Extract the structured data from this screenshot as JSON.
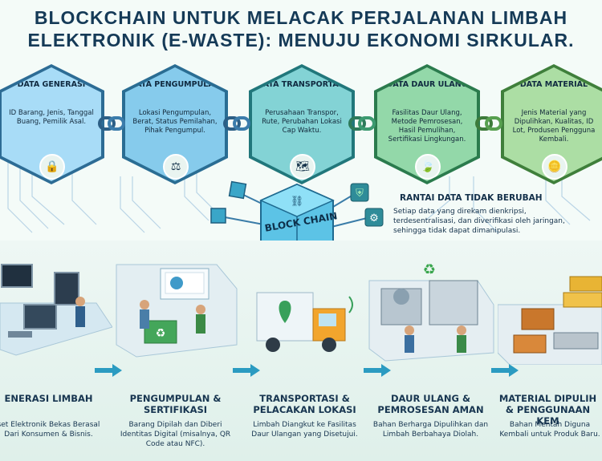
{
  "title_line1": "BLOCKCHAIN UNTUK MELACAK PERJALANAN LIMBAH",
  "title_line2": "ELEKTRONIK (E-WASTE): MENUJU EKONOMI SIRKULAR.",
  "hexes": [
    {
      "title": "DATA GENERASI",
      "desc": "ID Barang, Jenis, Tanggal Buang, Pemilik Asal.",
      "icon": "lock-icon",
      "color": "#9fd6f5"
    },
    {
      "title": "DATA PENGUMPULAN",
      "desc": "Lokasi Pengumpulan, Berat, Status Pemilahan, Pihak Pengumpul.",
      "icon": "scale-icon",
      "color": "#7fc8e8"
    },
    {
      "title": "DATA TRANSPORTASI",
      "desc": "Perusahaan Transpor, Rute, Perubahan Lokasi Cap Waktu.",
      "icon": "map-icon",
      "color": "#7ed1d3"
    },
    {
      "title": "DATA DAUR ULANG",
      "desc": "Fasilitas Daur Ulang, Metode Pemrosesan, Hasil Pemulihan, Sertifikasi Lingkungan.",
      "icon": "leaf-icon",
      "color": "#8fd6a6"
    },
    {
      "title": "DATA MATERIAL",
      "desc": "Jenis Material yang Dipulihkan, Kualitas, ID Lot, Produsen Pengguna Kembali.",
      "icon": "coins-icon",
      "color": "#a8dfa0"
    }
  ],
  "blockchain": {
    "label": "BLOCK CHAIN",
    "title": "RANTAI DATA TIDAK BERUBAH",
    "desc": "Setiap data yang direkam dienkripsi, terdesentralisasi, dan diverifikasi oleh jaringan, sehingga tidak dapat dimanipulasi."
  },
  "steps": [
    {
      "title": "ENERASI LIMBAH",
      "desc": "set Elektronik Bekas Berasal Dari Konsumen & Bisnis."
    },
    {
      "title": "PENGUMPULAN & SERTIFIKASI",
      "desc": "Barang Dipilah dan Diberi Identitas Digital (misalnya, QR Code atau NFC)."
    },
    {
      "title": "TRANSPORTASI & PELACAKAN LOKASI",
      "desc": "Limbah Diangkut ke Fasilitas Daur Ulangan yang Disetujui."
    },
    {
      "title": "DAUR ULANG & PEMROSESAN AMAN",
      "desc": "Bahan Berharga Dipulihkan dan Limbah Berbahaya Diolah."
    },
    {
      "title": "MATERIAL DIPULIH & PENGGUNAAN KEM",
      "desc": "Bahan Mentah Diguna Kembali untuk Produk Baru."
    }
  ]
}
